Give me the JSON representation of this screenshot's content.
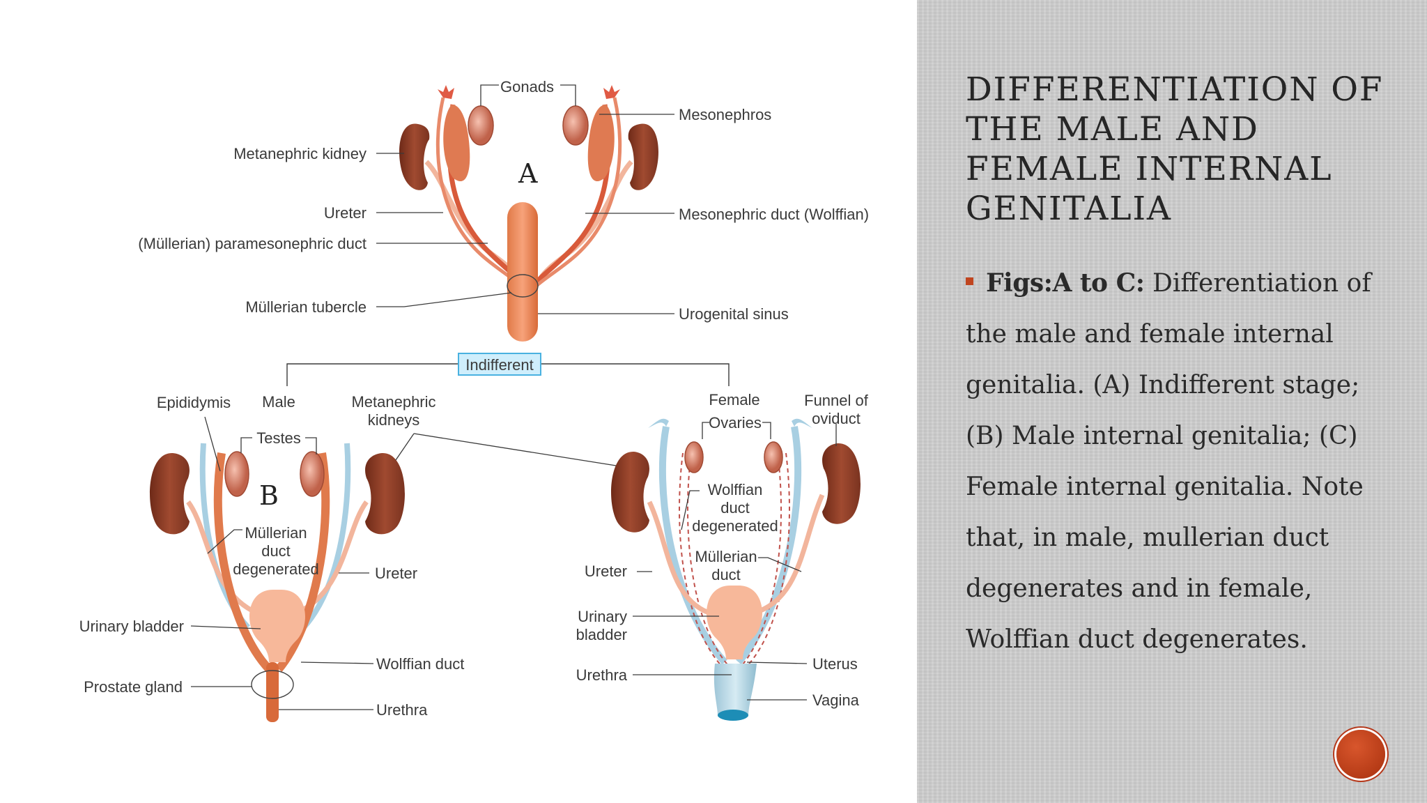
{
  "slide": {
    "title": "DIFFERENTIATION OF THE MALE AND FEMALE INTERNAL GENITALIA",
    "bullet_lead": "Figs:A to C:",
    "bullet_text": " Differentiation of the male and female internal genitalia. (A) Indifferent stage; (B) Male internal genitalia; (C) Female internal genitalia. Note that, in male, mullerian duct degenerates and in female, Wolffian duct degenerates."
  },
  "diagram": {
    "panel_a": {
      "letter": "A",
      "gonads": "Gonads",
      "mesonephros": "Mesonephros",
      "metanephric_kidney": "Metanephric kidney",
      "ureter": "Ureter",
      "paramesonephric": "(Müllerian) paramesonephric duct",
      "mesonephric_duct": "Mesonephric duct (Wolffian)",
      "mullerian_tubercle": "Müllerian tubercle",
      "urogenital_sinus": "Urogenital sinus"
    },
    "indifferent": "Indifferent",
    "panel_b": {
      "letter": "B",
      "male": "Male",
      "epididymis": "Epididymis",
      "testes": "Testes",
      "metanephric_kidneys_1": "Metanephric",
      "metanephric_kidneys_2": "kidneys",
      "mullerian_1": "Müllerian",
      "mullerian_2": "duct",
      "mullerian_3": "degenerated",
      "ureter": "Ureter",
      "urinary_bladder": "Urinary bladder",
      "wolffian_duct": "Wolffian duct",
      "prostate_gland": "Prostate gland",
      "urethra": "Urethra"
    },
    "panel_c": {
      "female": "Female",
      "ovaries": "Ovaries",
      "funnel_1": "Funnel of",
      "funnel_2": "oviduct",
      "wolffian_1": "Wolffian",
      "wolffian_2": "duct",
      "wolffian_3": "degenerated",
      "mullerian_1": "Müllerian",
      "mullerian_2": "duct",
      "ureter": "Ureter",
      "urinary_1": "Urinary",
      "urinary_2": "bladder",
      "uterus": "Uterus",
      "urethra": "Urethra",
      "vagina": "Vagina"
    }
  }
}
